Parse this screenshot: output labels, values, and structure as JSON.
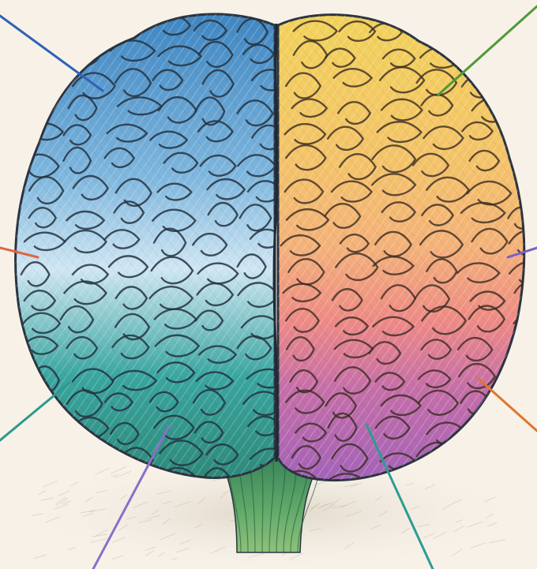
{
  "illustration": {
    "subject": "brain-hemispheres",
    "palette": {
      "background": "#f7f1e8",
      "outline": "#2b3440",
      "left_hemisphere": [
        "#3f86c2",
        "#7fb7de",
        "#cfe6f3",
        "#3aa6a0",
        "#2e8a7a"
      ],
      "right_hemisphere": [
        "#f2d35b",
        "#f4b27a",
        "#ee8a86",
        "#e77a8d",
        "#a363b8"
      ],
      "stem": [
        "#2f7a54",
        "#5fa86a",
        "#8fc27b"
      ]
    },
    "leader_lines": [
      {
        "side": "left",
        "color": "#2f63b5"
      },
      {
        "side": "left",
        "color": "#e0663e"
      },
      {
        "side": "left",
        "color": "#2c9a8c"
      },
      {
        "side": "left",
        "color": "#8a6fc9"
      },
      {
        "side": "right",
        "color": "#4f9a3a"
      },
      {
        "side": "right",
        "color": "#7a5fc4"
      },
      {
        "side": "right",
        "color": "#e0762c"
      },
      {
        "side": "right",
        "color": "#2d9c93"
      }
    ]
  }
}
